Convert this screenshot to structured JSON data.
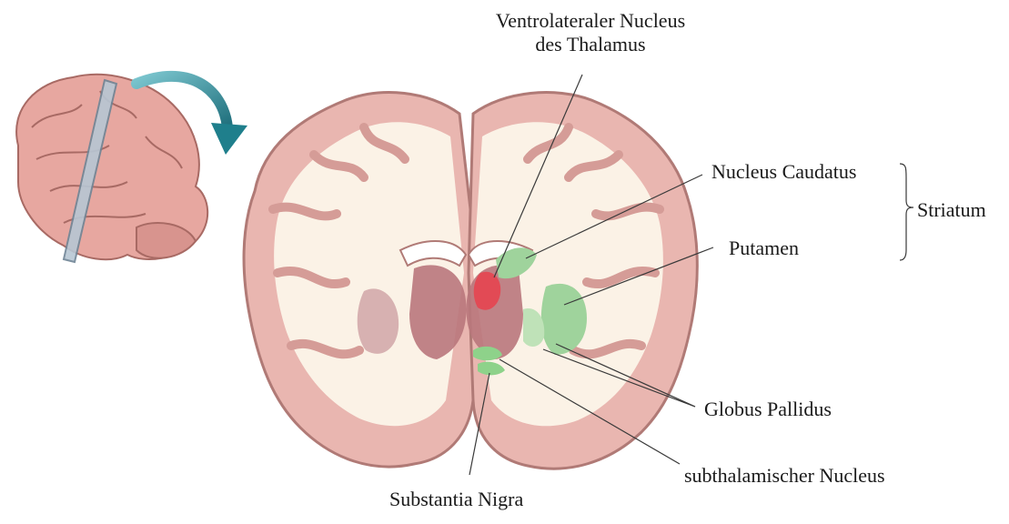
{
  "labels": {
    "ventrolateral_line1": "Ventrolateraler Nucleus",
    "ventrolateral_line2": "des Thalamus",
    "caudatus": "Nucleus Caudatus",
    "putamen": "Putamen",
    "striatum": "Striatum",
    "globus": "Globus Pallidus",
    "subthalamic": "subthalamischer Nucleus",
    "nigra": "Substantia Nigra"
  },
  "colors": {
    "cortex": "#e9b6b0",
    "cortex_edge": "#b07a76",
    "white_matter": "#fbf2e6",
    "thalamus": "#b9777c",
    "striatum_green": "#9fd39c",
    "highlight_red": "#e24a55",
    "arrow": "#1f7f8c",
    "lines": "#3a3a3a"
  }
}
